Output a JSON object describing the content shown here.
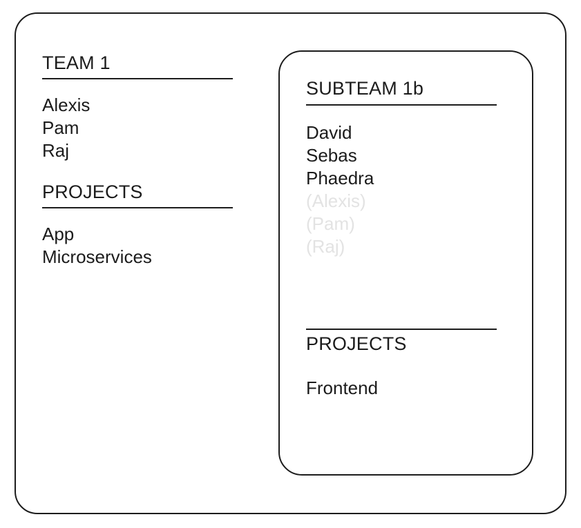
{
  "diagram": {
    "title": "Team 1 and Subteam 1b membership diagram",
    "stroke_color": "#1c1c1c",
    "text_color": "#1c1c1c",
    "muted_text_color": "#e3e3e3",
    "background_color": "#ffffff"
  },
  "outer_group": {
    "header": "TEAM 1",
    "members": [
      "Alexis",
      "Pam",
      "Raj"
    ],
    "projects_header": "PROJECTS",
    "projects": [
      "App",
      "Microservices"
    ]
  },
  "inner_group": {
    "header": "SUBTEAM 1b",
    "members": [
      {
        "name": "David",
        "inherited": false
      },
      {
        "name": "Sebas",
        "inherited": false
      },
      {
        "name": "Phaedra",
        "inherited": false
      },
      {
        "name": "(Alexis)",
        "inherited": true
      },
      {
        "name": "(Pam)",
        "inherited": true
      },
      {
        "name": "(Raj)",
        "inherited": true
      }
    ],
    "projects_header": "PROJECTS",
    "projects": [
      "Frontend"
    ]
  }
}
